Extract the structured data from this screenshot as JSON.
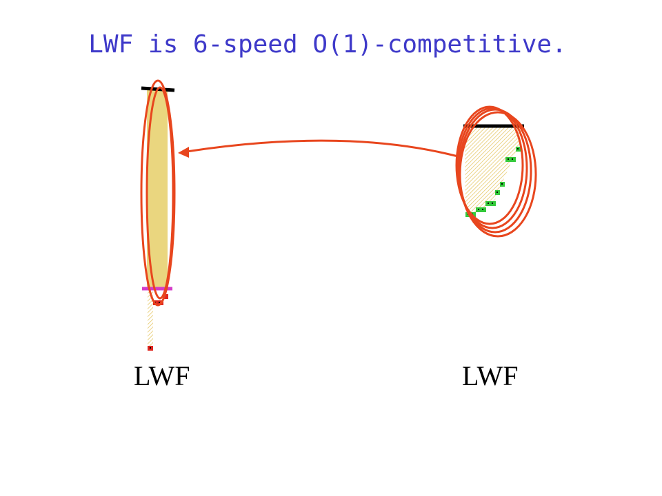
{
  "slide": {
    "title": "LWF is 6-speed O(1)-competitive.",
    "left_label": "LWF",
    "right_label": "LWF"
  },
  "colors": {
    "title": "#3e39c9",
    "ellipse": "#e8461e",
    "fill_column": "#ead67f",
    "hatch": "#e6c96a",
    "bar": "#000000",
    "magenta_bar": "#d43cc9",
    "red_job": "#e0261f",
    "green_job": "#34c93b"
  },
  "icons": [
    "arrow-icon"
  ]
}
